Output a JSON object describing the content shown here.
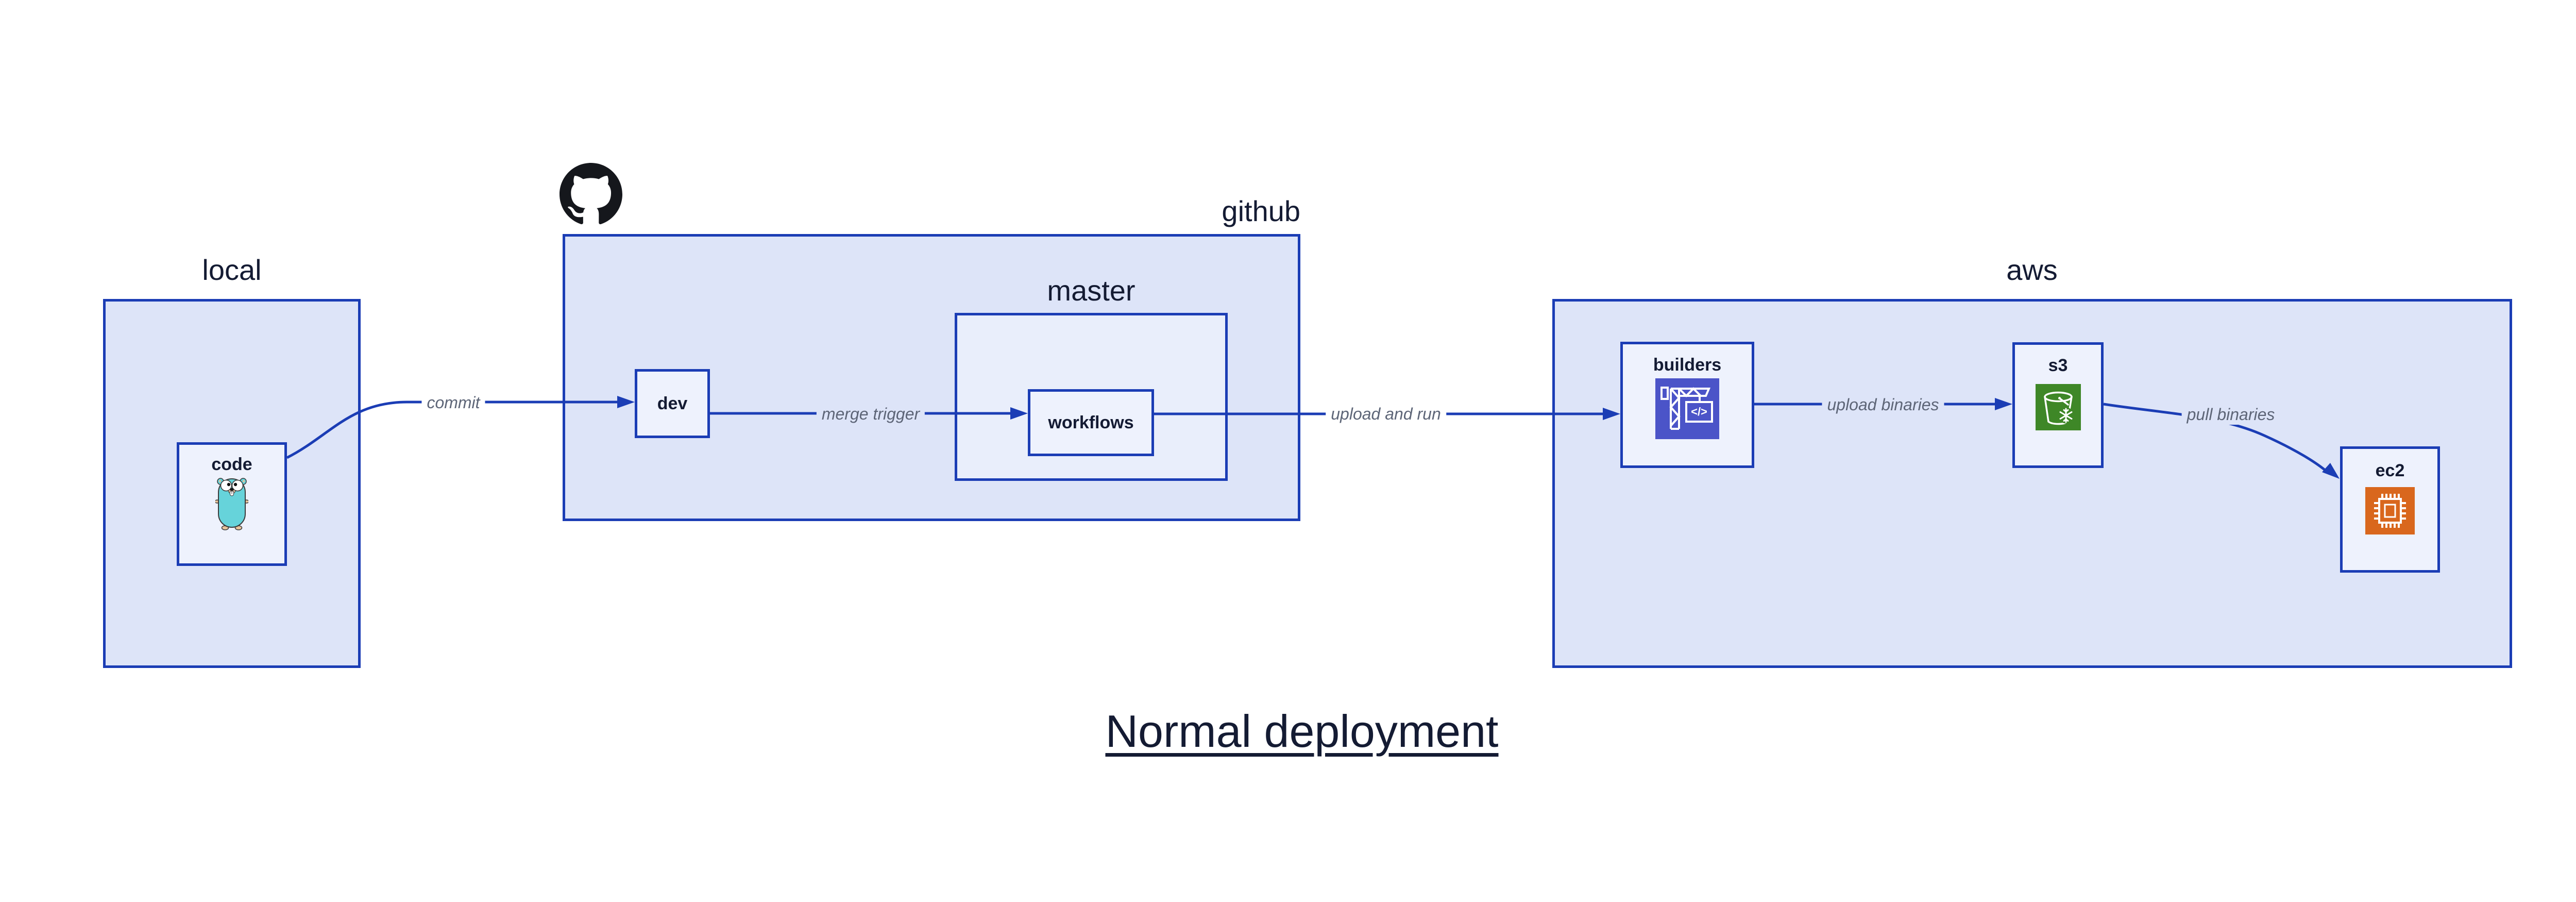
{
  "diagram": {
    "title": "Normal deployment",
    "clusters": {
      "local": {
        "label": "local"
      },
      "github": {
        "label": "github",
        "logo_icon": "github-octocat-logo-icon"
      },
      "master": {
        "label": "master"
      },
      "aws": {
        "label": "aws"
      }
    },
    "nodes": {
      "code": {
        "label": "code",
        "icon": "go-gopher-icon"
      },
      "dev": {
        "label": "dev"
      },
      "workflows": {
        "label": "workflows"
      },
      "builders": {
        "label": "builders",
        "icon": "codebuild-crane-icon",
        "icon_glyph": "</>"
      },
      "s3": {
        "label": "s3",
        "icon": "s3-glacier-bucket-icon"
      },
      "ec2": {
        "label": "ec2",
        "icon": "ec2-chip-icon"
      }
    },
    "edges": {
      "commit": {
        "label": "commit"
      },
      "merge_trigger": {
        "label": "merge trigger"
      },
      "upload_and_run": {
        "label": "upload and run"
      },
      "upload_binaries": {
        "label": "upload binaries"
      },
      "pull_binaries": {
        "label": "pull binaries"
      }
    },
    "colors": {
      "border_blue": "#1b3db5",
      "cluster_fill": "#dde4f8",
      "nested_cluster_fill": "#e9eefb",
      "node_fill": "#eef2fd",
      "label_dark": "#141b33",
      "edge_label_gray": "#5d6577",
      "builders_icon_bg": "#4b54c8",
      "s3_icon_bg": "#3e8727",
      "ec2_icon_bg": "#d9671d",
      "gopher_teal": "#66d3da",
      "github_black": "#15171c",
      "canvas_bg": "#ffffff"
    }
  }
}
